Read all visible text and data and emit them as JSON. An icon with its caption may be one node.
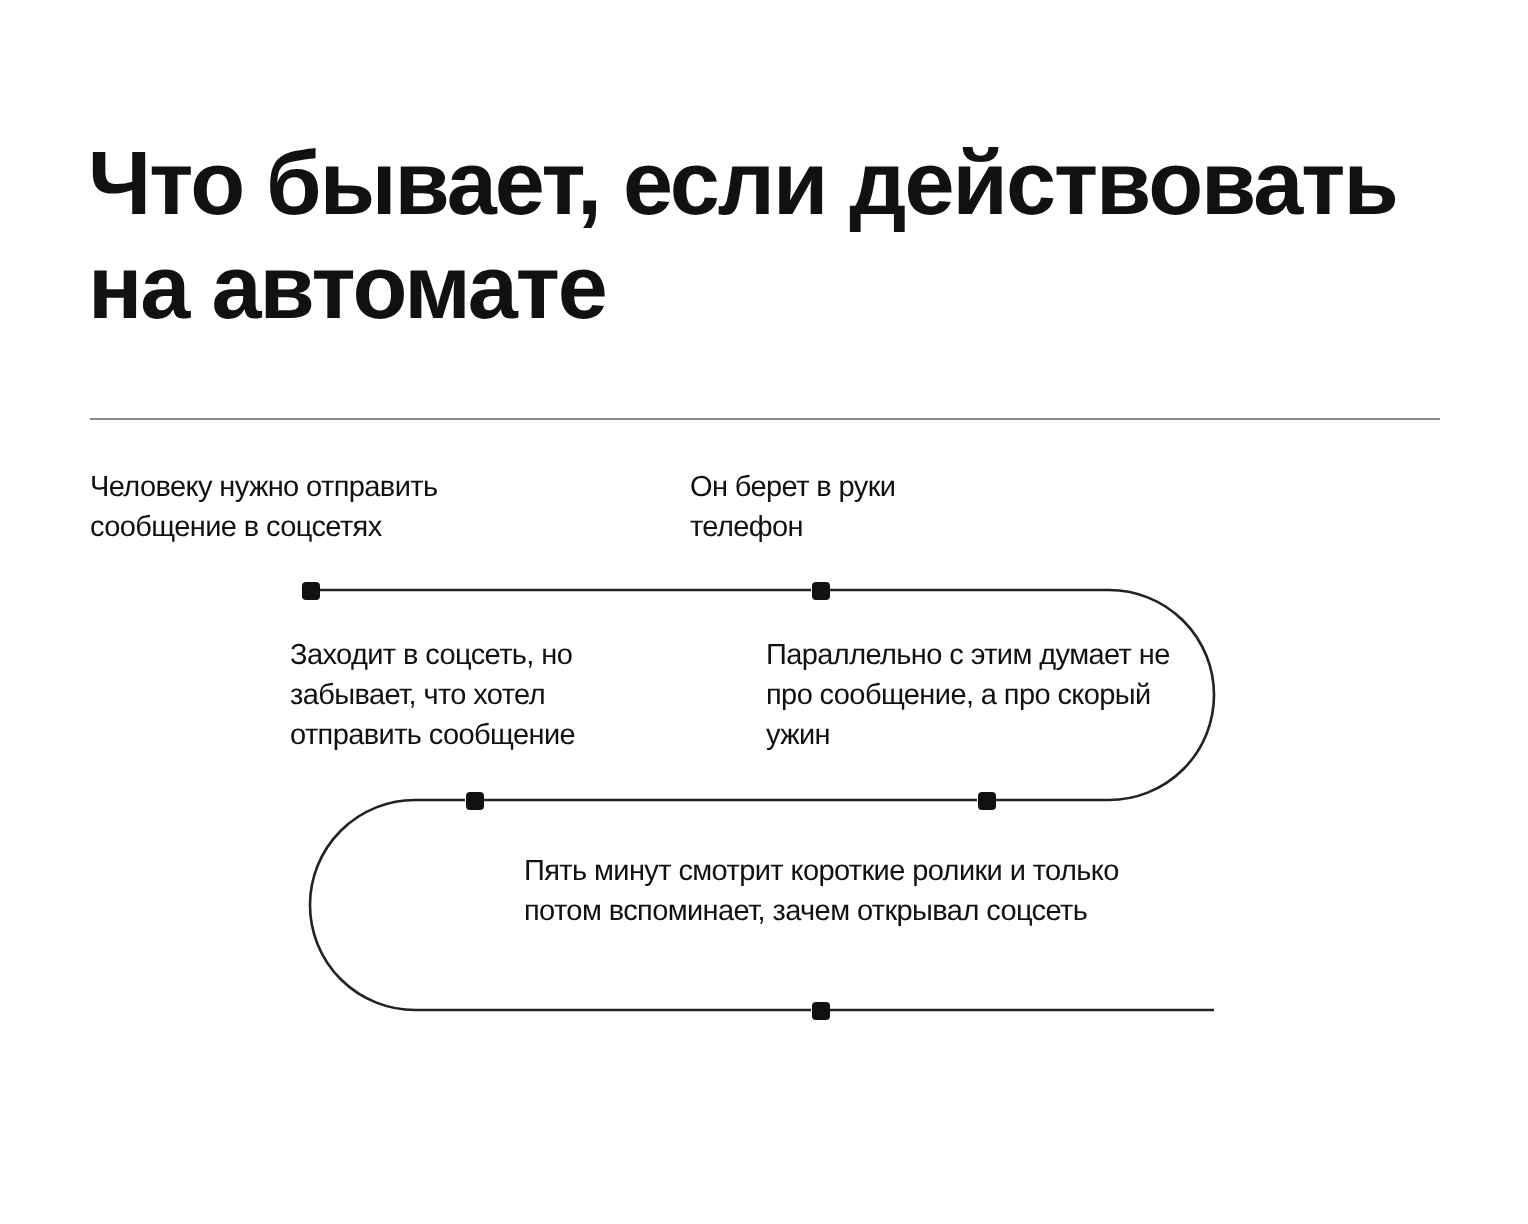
{
  "diagram": {
    "title": "Что бывает, если действовать на автомате",
    "nodes": [
      {
        "text": [],
        "shape": "dot"
      },
      {
        "text": [],
        "shape": "dot"
      },
      {
        "text": [],
        "shape": "dot"
      },
      {
        "text": [],
        "shape": "dot"
      },
      {
        "text": [],
        "shape": "dot"
      }
    ],
    "edges": [
      {
        "from": 0,
        "to": 1,
        "arrow": "none"
      },
      {
        "from": 1,
        "to": 2,
        "arrow": "none"
      },
      {
        "from": 2,
        "to": 3,
        "arrow": "none"
      },
      {
        "from": 3,
        "to": 4,
        "arrow": "none"
      },
      {
        "from": 4,
        "to": null,
        "arrow": "none"
      }
    ],
    "labels": [
      "Человеку нужно отправить сообщение в соцсетях",
      "Он берет в руки телефон",
      "Заходит в соцсеть, но забывает, что хотел отправить сообщение",
      "Параллельно с этим думает не про сообщение, а про скорый ужин",
      "Пять минут смотрит короткие ролики и только потом вспоминает, зачем открывал соцсеть"
    ]
  }
}
